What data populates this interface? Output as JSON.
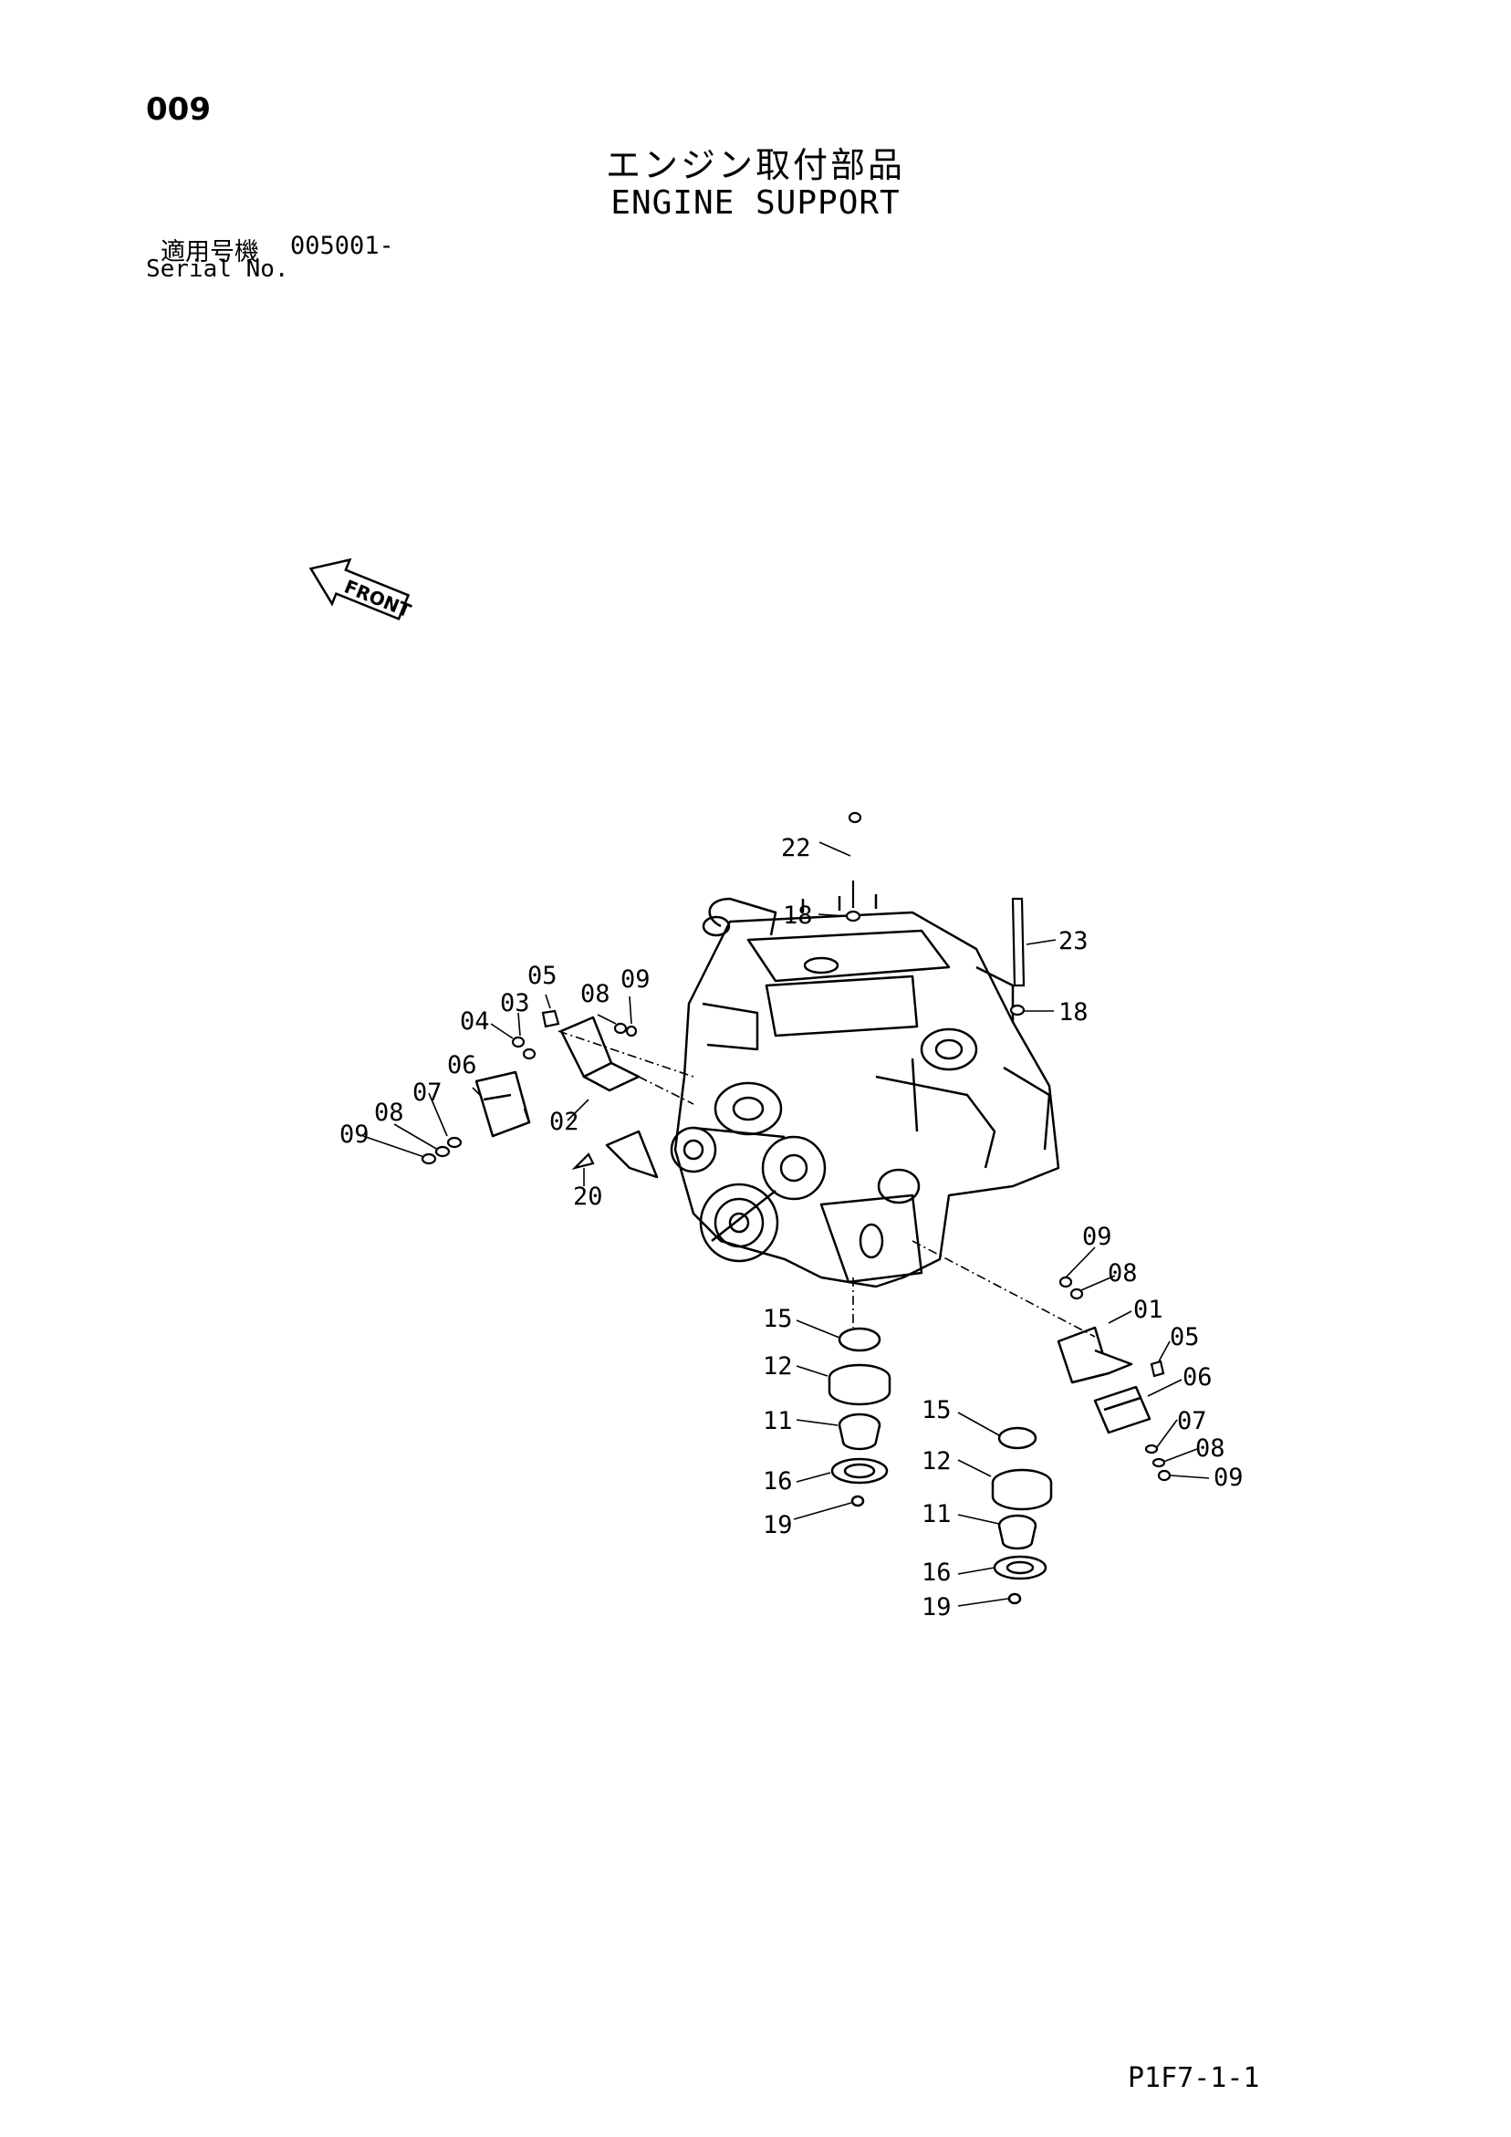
{
  "page_number": "009",
  "title_jp": "エンジン取付部品",
  "title_en": "ENGINE SUPPORT",
  "serial": {
    "label_jp": "適用号機",
    "value": "005001-",
    "label_en": "Serial No."
  },
  "front_label": "FRONT",
  "callouts": [
    "22",
    "18",
    "23",
    "18",
    "05",
    "08",
    "09",
    "03",
    "04",
    "06",
    "07",
    "08",
    "09",
    "02",
    "20",
    "09",
    "08",
    "01",
    "05",
    "06",
    "07",
    "08",
    "09",
    "15",
    "12",
    "11",
    "16",
    "19",
    "15",
    "12",
    "11",
    "16",
    "19"
  ],
  "drawing_code": "P1F7-1-1"
}
